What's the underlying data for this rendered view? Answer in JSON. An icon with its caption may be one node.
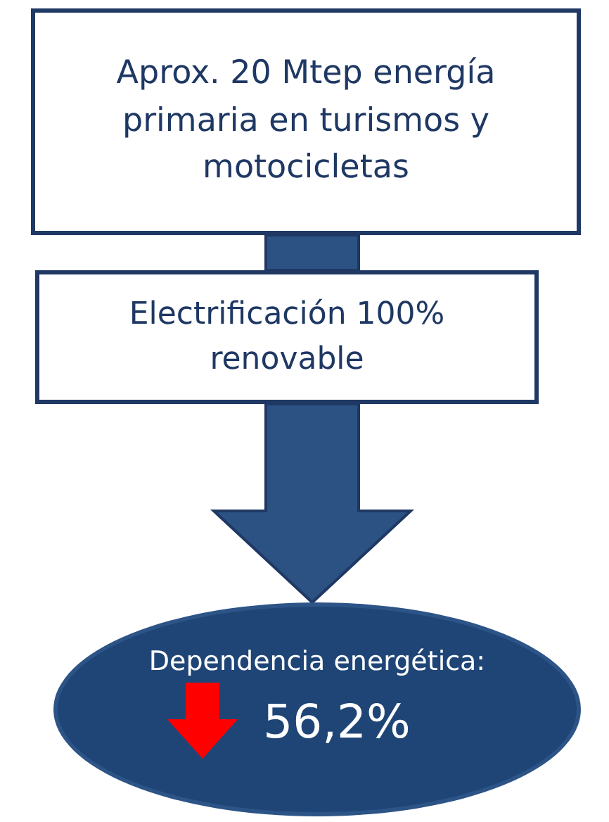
{
  "diagram": {
    "nodes": [
      {
        "text": [
          "Aprox. 20 Mtep energía primaria en turismos y motocicletas"
        ]
      },
      {
        "text": [
          "Electrificación 100% renovable"
        ]
      },
      {
        "text": [
          "Dependencia energética:",
          "56,2%"
        ]
      }
    ],
    "edges": [
      {
        "from": 0,
        "to": 1,
        "arrow": "none",
        "style": "thick"
      },
      {
        "from": 1,
        "to": 2,
        "arrow": "to",
        "style": "thick"
      }
    ]
  }
}
